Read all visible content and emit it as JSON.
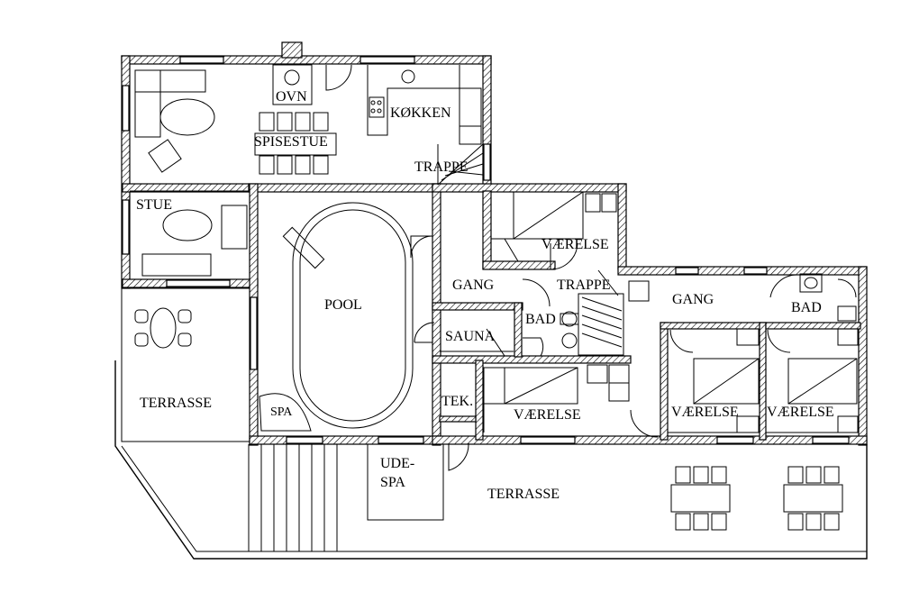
{
  "rooms": {
    "ovn": "OVN",
    "kokken": "KØKKEN",
    "spisestue": "SPISESTUE",
    "trappe_upper": "TRAPPE",
    "stue": "STUE",
    "pool": "POOL",
    "vaerelse_upper": "VÆRELSE",
    "gang_left": "GANG",
    "trappe_mid": "TRAPPE",
    "gang_right": "GANG",
    "bad_right": "BAD",
    "bad_mid": "BAD",
    "sauna": "SAUNA",
    "terrasse_left": "TERRASSE",
    "tek": "TEK.",
    "vaerelse_mid": "VÆRELSE",
    "vaerelse_r1": "VÆRELSE",
    "vaerelse_r2": "VÆRELSE",
    "spa": "SPA",
    "udespa_line1": "UDE-",
    "udespa_line2": "SPA",
    "terrasse_bottom": "TERRASSE"
  }
}
